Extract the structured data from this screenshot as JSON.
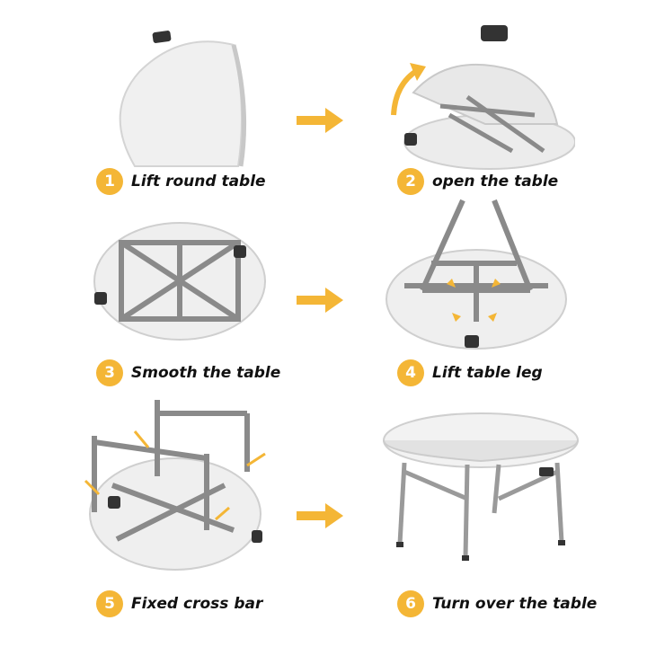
{
  "accent_color": "#F4B636",
  "steps": [
    {
      "number": "1",
      "label": "Lift round table"
    },
    {
      "number": "2",
      "label": "open the table"
    },
    {
      "number": "3",
      "label": "Smooth the table"
    },
    {
      "number": "4",
      "label": "Lift table leg"
    },
    {
      "number": "5",
      "label": "Fixed cross bar"
    },
    {
      "number": "6",
      "label": "Turn over the table"
    }
  ]
}
